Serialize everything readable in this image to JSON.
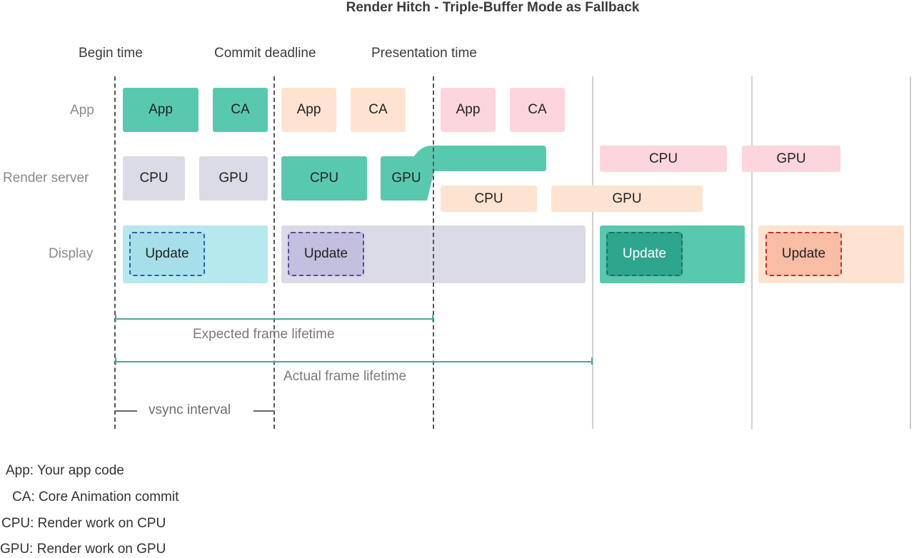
{
  "title": "Render Hitch - Triple-Buffer Mode as Fallback",
  "headers": {
    "begin": "Begin time",
    "commit": "Commit deadline",
    "presentation": "Presentation time"
  },
  "rows": {
    "app": "App",
    "render_server": "Render server",
    "display": "Display"
  },
  "blocks": {
    "app": "App",
    "ca": "CA",
    "cpu": "CPU",
    "gpu": "GPU",
    "update": "Update"
  },
  "spans": {
    "expected": "Expected frame lifetime",
    "actual": "Actual frame lifetime",
    "vsync": "vsync interval"
  },
  "legend": {
    "app": "App: Your app code",
    "ca": "CA: Core Animation commit",
    "cpu": "CPU: Render work on CPU",
    "gpu": "GPU: Render work on GPU"
  },
  "colors": {
    "frame1": "#58c9ae",
    "frame2": "#fde3d0",
    "frame3": "#fdd5dd",
    "idle": "#dadbe6",
    "display_cyan": "#b5e9ee",
    "span_line": "#4aa89c"
  }
}
